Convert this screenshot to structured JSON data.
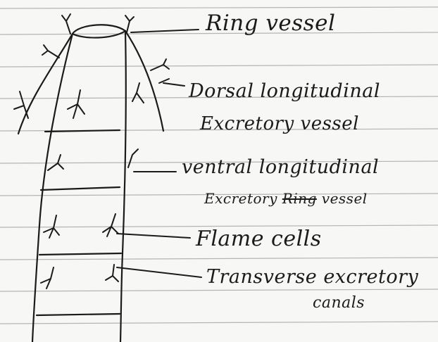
{
  "diagram": {
    "labels": {
      "ring_vessel": "Ring vessel",
      "dorsal_line1": "Dorsal longitudinal",
      "dorsal_line2": "Excretory vessel",
      "ventral_line1": "ventral longitudinal",
      "ventral_line2_prefix": "Excretory ",
      "ventral_line2_struck": "Ring",
      "ventral_line2_suffix": " vessel",
      "flame_cells": "Flame cells",
      "transverse_line1": "Transverse excretory",
      "transverse_line2": "canals"
    },
    "colors": {
      "ink": "#1b1b1b",
      "ruled_line": "#9e9e9e",
      "paper": "#f7f7f5"
    }
  }
}
